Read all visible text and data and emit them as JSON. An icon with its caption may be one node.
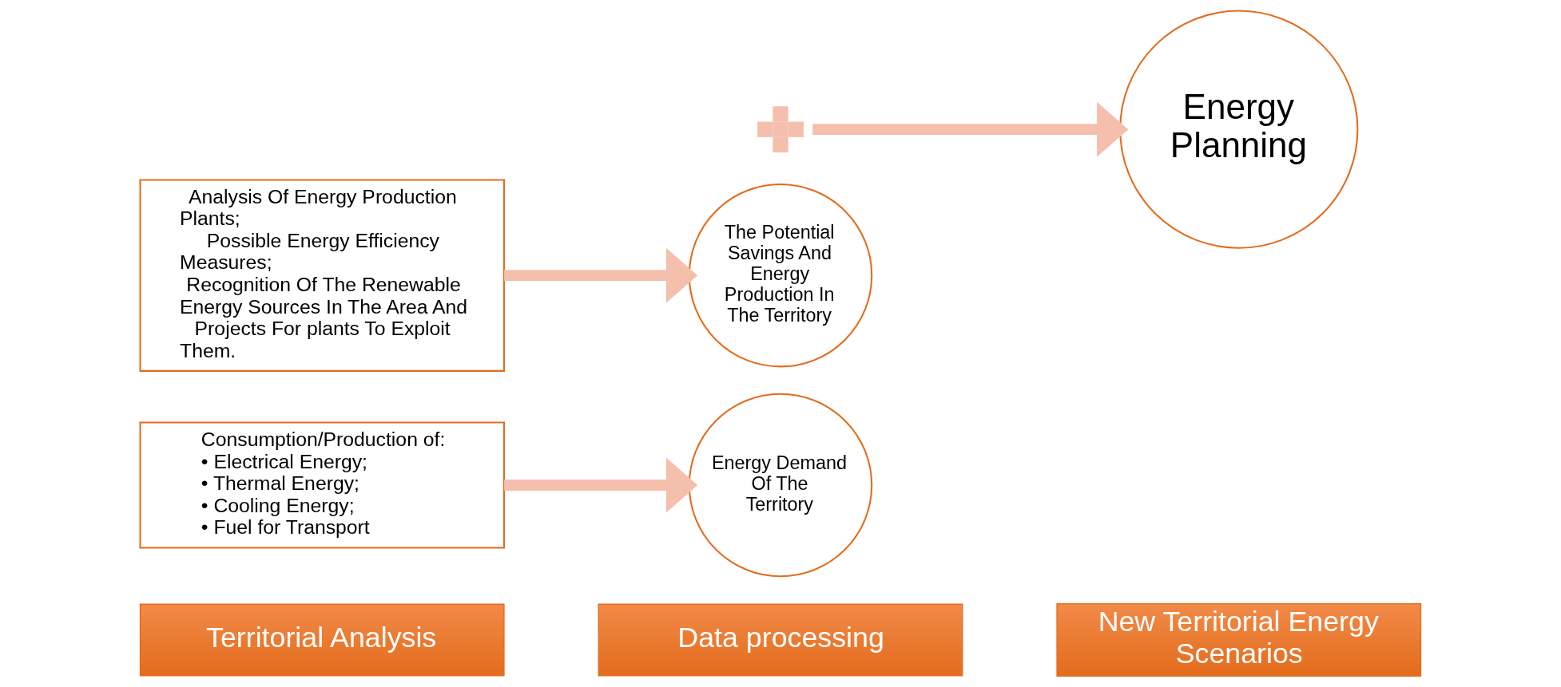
{
  "diagram": {
    "nodes": [
      {
        "text": [
          "Territorial Analysis"
        ]
      },
      {
        "text": [
          "Data processing"
        ]
      },
      {
        "text": [
          "New Territorial Energy Scenarios"
        ]
      },
      {
        "text": [
          "Consumption/Production of:",
          "• Electrical Energy;",
          "• Thermal Energy;",
          "• Cooling Energy;",
          "• Fuel for Transport"
        ]
      },
      {
        "text": [
          "Analysis Of Energy Production Plants;",
          "Possible Energy Efficiency Measures;",
          "Recognition Of The Renewable Energy Sources In The Area And Projects For plants To Exploit Them."
        ]
      },
      {
        "text": [
          "Energy Demand Of The Territory"
        ]
      },
      {
        "text": [],
        "shape": "plus"
      },
      {
        "text": [
          "The Potential Savings And Energy Production In The Territory"
        ]
      },
      {
        "text": [
          "Energy Planning"
        ]
      }
    ],
    "edges": [
      {
        "from": 3,
        "to": 5,
        "arrow": "to"
      },
      {
        "from": 4,
        "to": 7,
        "arrow": "to"
      },
      {
        "from": 6,
        "to": 8,
        "arrow": "to"
      }
    ]
  }
}
